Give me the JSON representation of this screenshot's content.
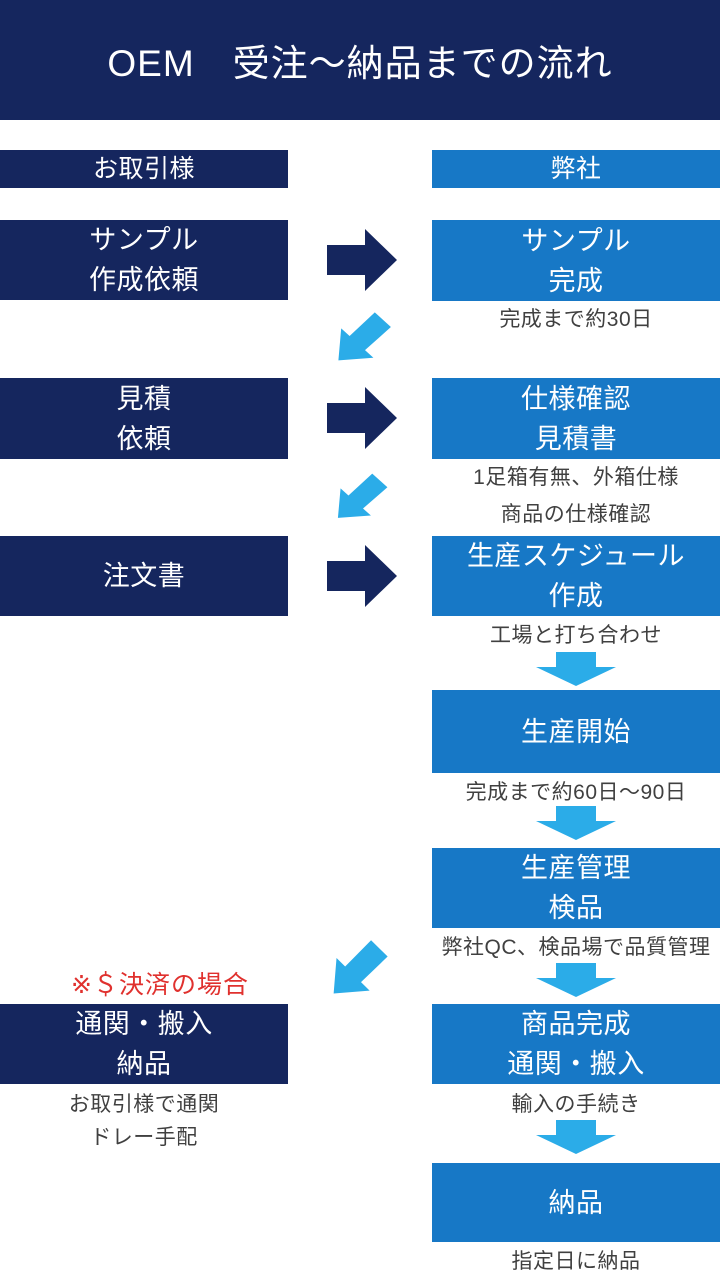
{
  "title": "OEM　受注～納品までの流れ",
  "columns": {
    "client": "お取引様",
    "company": "弊社"
  },
  "client_steps": [
    {
      "lines": [
        "サンプル",
        "作成依頼"
      ]
    },
    {
      "lines": [
        "見積",
        "依頼"
      ]
    },
    {
      "lines": [
        "注文書"
      ]
    },
    {
      "lines": [
        "通関・搬入",
        "納品"
      ],
      "notes": [
        "お取引様で通関",
        "ドレー手配"
      ],
      "condition_note": "※＄決済の場合"
    }
  ],
  "company_steps": [
    {
      "lines": [
        "サンプル",
        "完成"
      ],
      "notes": [
        "完成まで約30日"
      ]
    },
    {
      "lines": [
        "仕様確認",
        "見積書"
      ],
      "notes": [
        "1足箱有無、外箱仕様",
        "商品の仕様確認"
      ]
    },
    {
      "lines": [
        "生産スケジュール",
        "作成"
      ],
      "notes": [
        "工場と打ち合わせ"
      ]
    },
    {
      "lines": [
        "生産開始"
      ],
      "notes": [
        "完成まで約60日～90日"
      ]
    },
    {
      "lines": [
        "生産管理",
        "検品"
      ],
      "notes": [
        "弊社QC、検品場で品質管理"
      ]
    },
    {
      "lines": [
        "商品完成",
        "通関・搬入"
      ],
      "notes": [
        "輸入の手続き"
      ]
    },
    {
      "lines": [
        "納品"
      ],
      "notes": [
        "指定日に納品"
      ]
    }
  ],
  "colors": {
    "navy": "#15265e",
    "blue": "#1778c6",
    "cyan": "#2bace8",
    "red": "#e0312e",
    "note_text": "#404040",
    "box_text": "#ffffff",
    "background": "#ffffff"
  },
  "icons": {
    "right_arrow": "block-arrow-right",
    "down_arrow": "block-arrow-down",
    "down_left_arrow": "block-arrow-down-left"
  }
}
